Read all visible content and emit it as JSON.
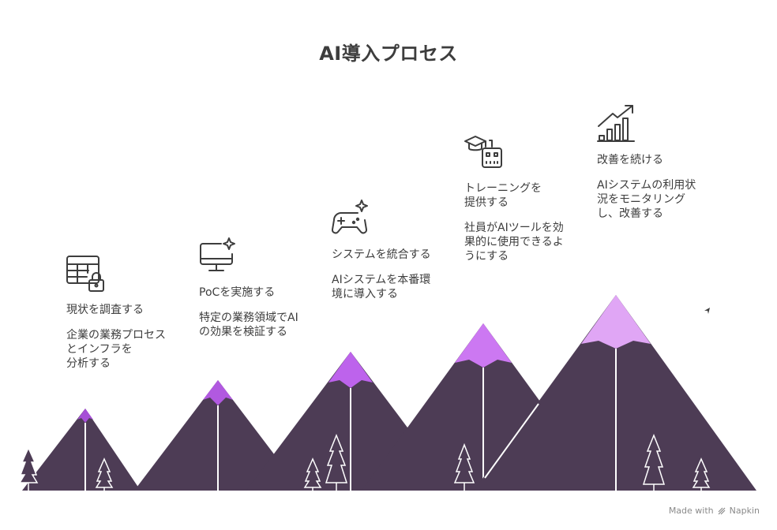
{
  "title": "AI導入プロセス",
  "colors": {
    "mountain": "#4d3c55",
    "peak_1": "#a64fd6",
    "peak_2": "#b159e0",
    "peak_3": "#bd63ec",
    "peak_4": "#cc78f2",
    "peak_5": "#e0a6f5",
    "line": "#ffffff"
  },
  "steps": [
    {
      "heading": "現状を調査する",
      "description": "企業の業務プロセス\nとインフラを\n分析する",
      "icon": "table-lock-icon"
    },
    {
      "heading": "PoCを実施する",
      "description": "特定の業務領域でAI\nの効果を検証する",
      "icon": "monitor-sparkle-icon"
    },
    {
      "heading": "システムを統合する",
      "description": "AIシステムを本番環\n境に導入する",
      "icon": "gamepad-sparkle-icon"
    },
    {
      "heading": "トレーニングを\n提供する",
      "description": "社員がAIツールを効\n果的に使用できるよ\nうにする",
      "icon": "graduation-robot-icon"
    },
    {
      "heading": "改善を続ける",
      "description": "AIシステムの利用状\n況をモニタリング\nし、改善する",
      "icon": "growth-chart-icon"
    }
  ],
  "footer": {
    "made_with": "Made with",
    "brand": "Napkin"
  }
}
